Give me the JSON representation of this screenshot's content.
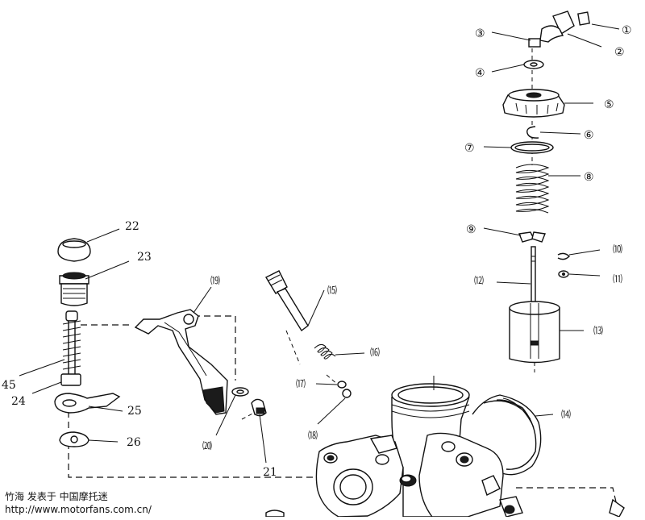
{
  "callouts": {
    "c1": "①",
    "c2": "②",
    "c3": "③",
    "c4": "④",
    "c5": "⑤",
    "c6": "⑥",
    "c7": "⑦",
    "c8": "⑧",
    "c9": "⑨",
    "c10": "⑽",
    "c11": "⑾",
    "c12": "⑿",
    "c13": "⒀",
    "c14": "⒁",
    "c15": "⒂",
    "c16": "⒃",
    "c17": "⒄",
    "c18": "⒅",
    "c19": "⒆",
    "c20": "⒇",
    "n21": "21",
    "n22": "22",
    "n23": "23",
    "n24": "24",
    "n25": "25",
    "n26": "26",
    "n45": "45"
  },
  "watermark": {
    "line1": "竹海 发表于 中国摩托迷",
    "line2": "http://www.motorfans.com.cn/"
  }
}
